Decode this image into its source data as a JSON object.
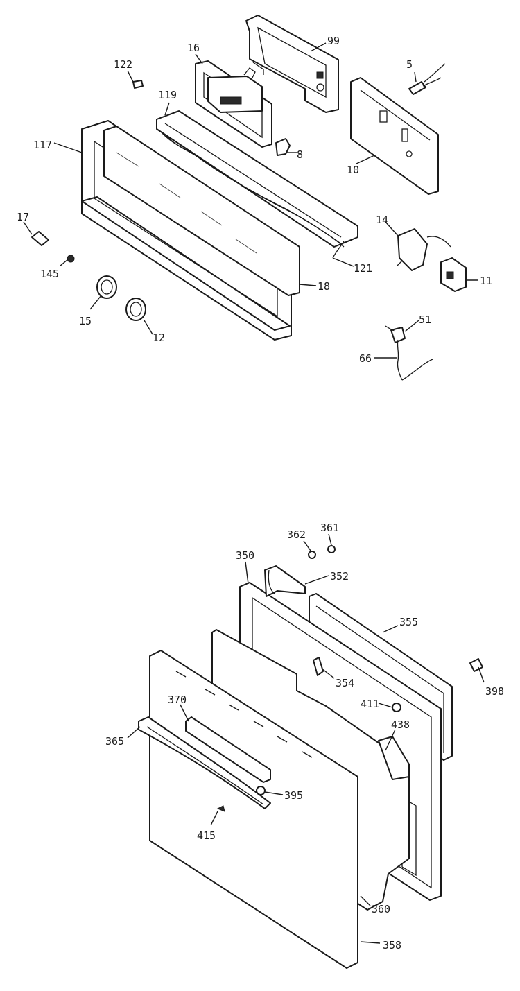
{
  "diagram": {
    "colors": {
      "ink": "#1a1a1a",
      "background": "#ffffff"
    },
    "upper_assembly": {
      "callouts": [
        {
          "id": "c99",
          "label": "99"
        },
        {
          "id": "c5",
          "label": "5"
        },
        {
          "id": "c16",
          "label": "16"
        },
        {
          "id": "c122",
          "label": "122"
        },
        {
          "id": "c119",
          "label": "119"
        },
        {
          "id": "c117",
          "label": "117"
        },
        {
          "id": "c8",
          "label": "8"
        },
        {
          "id": "c10",
          "label": "10"
        },
        {
          "id": "c17",
          "label": "17"
        },
        {
          "id": "c14",
          "label": "14"
        },
        {
          "id": "c145",
          "label": "145"
        },
        {
          "id": "c121",
          "label": "121"
        },
        {
          "id": "c11",
          "label": "11"
        },
        {
          "id": "c18",
          "label": "18"
        },
        {
          "id": "c15",
          "label": "15"
        },
        {
          "id": "c51",
          "label": "51"
        },
        {
          "id": "c12",
          "label": "12"
        },
        {
          "id": "c66",
          "label": "66"
        }
      ]
    },
    "door_assembly": {
      "callouts": [
        {
          "id": "c361",
          "label": "361"
        },
        {
          "id": "c362",
          "label": "362"
        },
        {
          "id": "c350",
          "label": "350"
        },
        {
          "id": "c352",
          "label": "352"
        },
        {
          "id": "c355",
          "label": "355"
        },
        {
          "id": "c354",
          "label": "354"
        },
        {
          "id": "c398",
          "label": "398"
        },
        {
          "id": "c411",
          "label": "411"
        },
        {
          "id": "c370",
          "label": "370"
        },
        {
          "id": "c365",
          "label": "365"
        },
        {
          "id": "c438",
          "label": "438"
        },
        {
          "id": "c395",
          "label": "395"
        },
        {
          "id": "c415",
          "label": "415"
        },
        {
          "id": "c360",
          "label": "360"
        },
        {
          "id": "c358",
          "label": "358"
        }
      ]
    }
  }
}
